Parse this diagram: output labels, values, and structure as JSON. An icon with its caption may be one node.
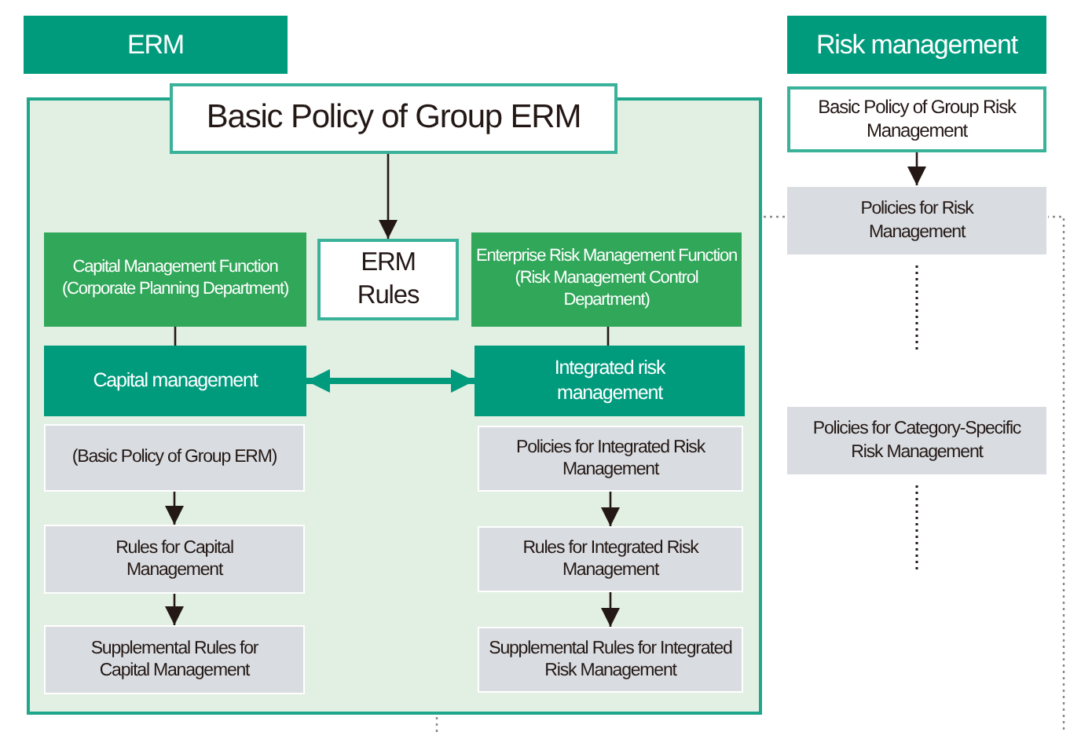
{
  "diagram": {
    "nodes": [
      {
        "text": [
          "ERM"
        ]
      },
      {
        "text": [
          "Risk management"
        ]
      },
      {
        "text": [],
        "shape": "box"
      },
      {
        "text": [
          "Basic Policy of Group ERM"
        ]
      },
      {
        "text": [
          "ERM Rules"
        ],
        "in": 2
      },
      {
        "text": [
          "Capital Management Function (Corporate Planning Department)"
        ],
        "in": 2
      },
      {
        "text": [
          "Capital management"
        ],
        "in": 2
      },
      {
        "text": [
          "(Basic Policy of Group ERM)"
        ],
        "in": 2
      },
      {
        "text": [
          "Rules for Capital Management"
        ],
        "in": 2
      },
      {
        "text": [
          "Supplemental Rules for Capital Management"
        ],
        "in": 2
      },
      {
        "text": [
          "Enterprise Risk Management Function (Risk Management Control Department)"
        ],
        "in": 2
      },
      {
        "text": [
          "Integrated risk management"
        ],
        "in": 2
      },
      {
        "text": [
          "Policies for Integrated Risk Management"
        ],
        "in": 2
      },
      {
        "text": [
          "Rules for Integrated Risk Management"
        ],
        "in": 2
      },
      {
        "text": [
          "Supplemental Rules for Integrated Risk Management"
        ],
        "in": 2
      },
      {
        "text": [
          "Basic Policy of Group Risk Management"
        ]
      },
      {
        "text": [
          "Policies for Risk Management"
        ]
      },
      {
        "text": [
          "Policies for Category-Specific Risk Management"
        ]
      }
    ],
    "edges": [
      {
        "from": 3,
        "to": 4,
        "arrow": "to"
      },
      {
        "from": 5,
        "to": 6,
        "arrow": "none"
      },
      {
        "from": 6,
        "to": 11,
        "arrow": "both",
        "style": "thick",
        "color": "#009b7d"
      },
      {
        "from": 7,
        "to": 8,
        "arrow": "to"
      },
      {
        "from": 8,
        "to": 9,
        "arrow": "to"
      },
      {
        "from": 10,
        "to": 11,
        "arrow": "none"
      },
      {
        "from": 12,
        "to": 13,
        "arrow": "to"
      },
      {
        "from": 13,
        "to": 14,
        "arrow": "to"
      },
      {
        "from": 15,
        "to": 16,
        "arrow": "to"
      },
      {
        "from": 16,
        "to": null,
        "arrow": "none",
        "style": "dashed"
      },
      {
        "from": 17,
        "to": null,
        "arrow": "none",
        "style": "dashed"
      }
    ]
  }
}
